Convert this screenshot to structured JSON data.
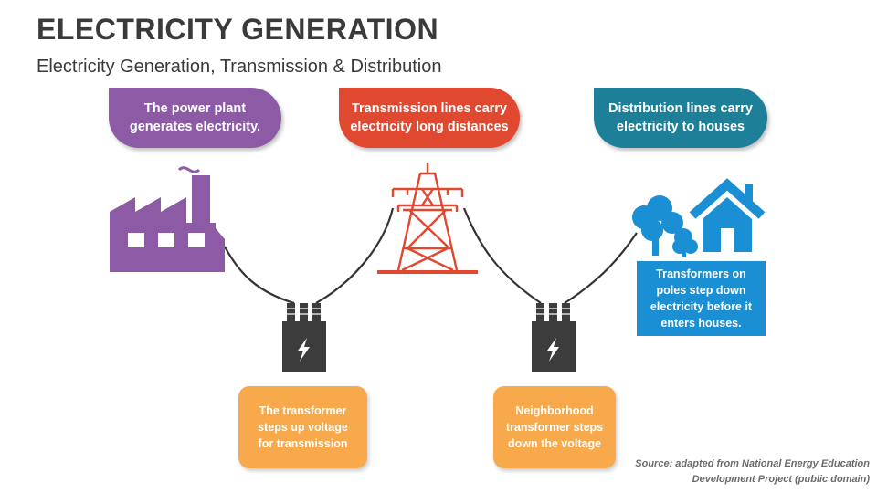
{
  "title": "ELECTRICITY GENERATION",
  "subtitle": "Electricity Generation, Transmission & Distribution",
  "callouts": {
    "power_plant": "The power plant generates electricity.",
    "transmission": "Transmission lines carry electricity long distances",
    "distribution": "Distribution lines carry electricity to houses",
    "step_up": "The transformer steps up voltage for transmission",
    "neighborhood": "Neighborhood transformer steps down the voltage",
    "poles": "Transformers on poles step down electricity before it enters houses."
  },
  "source": {
    "line1": "Source: adapted from National Energy Education",
    "line2": "Development Project (public domain)"
  },
  "icons": [
    "factory-icon",
    "transmission-tower-icon",
    "transformer-icon",
    "lightning-bolt-icon",
    "tree-icon",
    "house-icon"
  ],
  "colors": {
    "purple": "#8d5aa6",
    "red": "#e0482f",
    "teal": "#1e7f99",
    "orange": "#f7a94b",
    "blue": "#1b8fd3",
    "dark": "#3c3c3c",
    "wire": "#333333"
  }
}
